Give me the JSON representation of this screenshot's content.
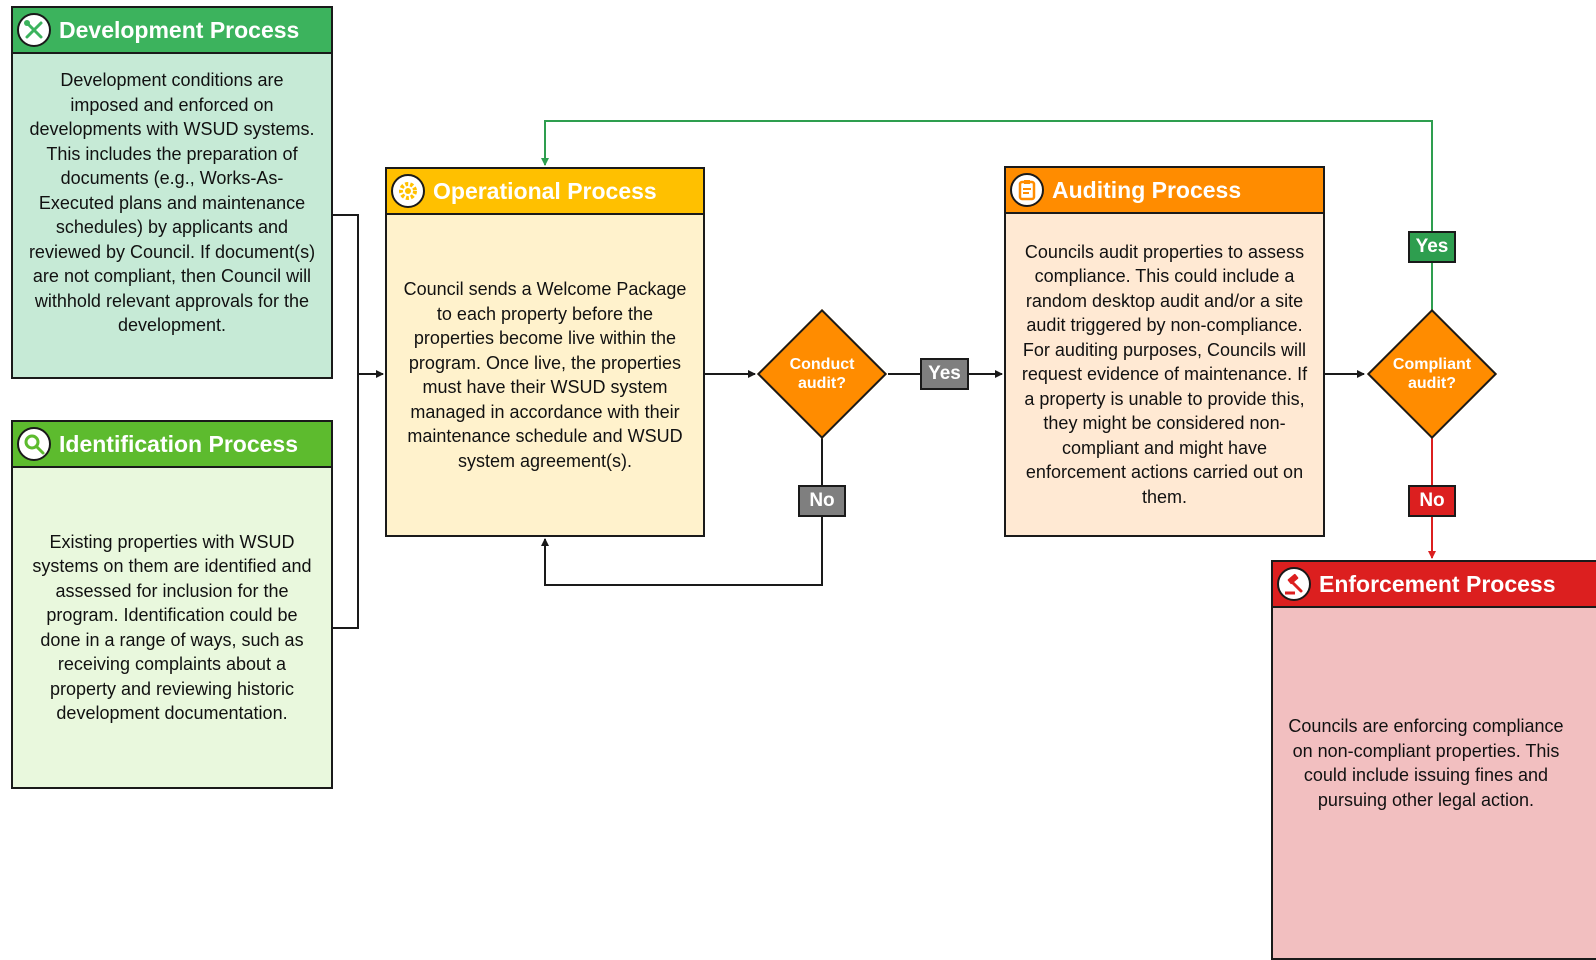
{
  "colors": {
    "development": "#3cb35d",
    "identification": "#5dbb2e",
    "operational": "#ffc000",
    "auditing": "#ff8c00",
    "enforcement": "#dc1f1f",
    "decision": "#ff8c00",
    "loop_yes": "#2e9e4f",
    "loop_no": "#dc1f1f"
  },
  "development": {
    "title": "Development Process",
    "icon": "tools-icon",
    "text": "Development conditions are imposed and enforced on developments with WSUD systems. This includes the preparation of documents (e.g., Works-As-Executed plans and maintenance schedules) by applicants and reviewed by Council. If document(s) are not compliant, then Council will withhold relevant approvals for the development."
  },
  "identification": {
    "title": "Identification Process",
    "icon": "magnifier-icon",
    "text": "Existing properties with WSUD systems on them are identified and assessed for inclusion for the program. Identification could be done in a range of ways, such as receiving complaints about a property and reviewing historic development documentation."
  },
  "operational": {
    "title": "Operational Process",
    "icon": "gear-icon",
    "text": "Council sends a Welcome Package to each property before the properties become live within the program. Once live, the properties must have their WSUD system managed in accordance with their maintenance schedule and WSUD system agreement(s)."
  },
  "auditing": {
    "title": "Auditing Process",
    "icon": "clipboard-icon",
    "text": "Councils audit properties to assess compliance. This could include a random desktop audit and/or a site audit triggered by non-compliance. For auditing purposes, Councils will request evidence of maintenance. If a property is unable to provide this, they might be considered non-compliant and might have enforcement actions carried out on them."
  },
  "enforcement": {
    "title": "Enforcement Process",
    "icon": "gavel-icon",
    "text": "Councils are enforcing compliance on non-compliant properties. This could include issuing fines and pursuing other legal action."
  },
  "decisions": {
    "conduct": "Conduct audit?",
    "compliant": "Compliant audit?"
  },
  "labels": {
    "conduct_yes": "Yes",
    "conduct_no": "No",
    "compliant_yes": "Yes",
    "compliant_no": "No"
  }
}
